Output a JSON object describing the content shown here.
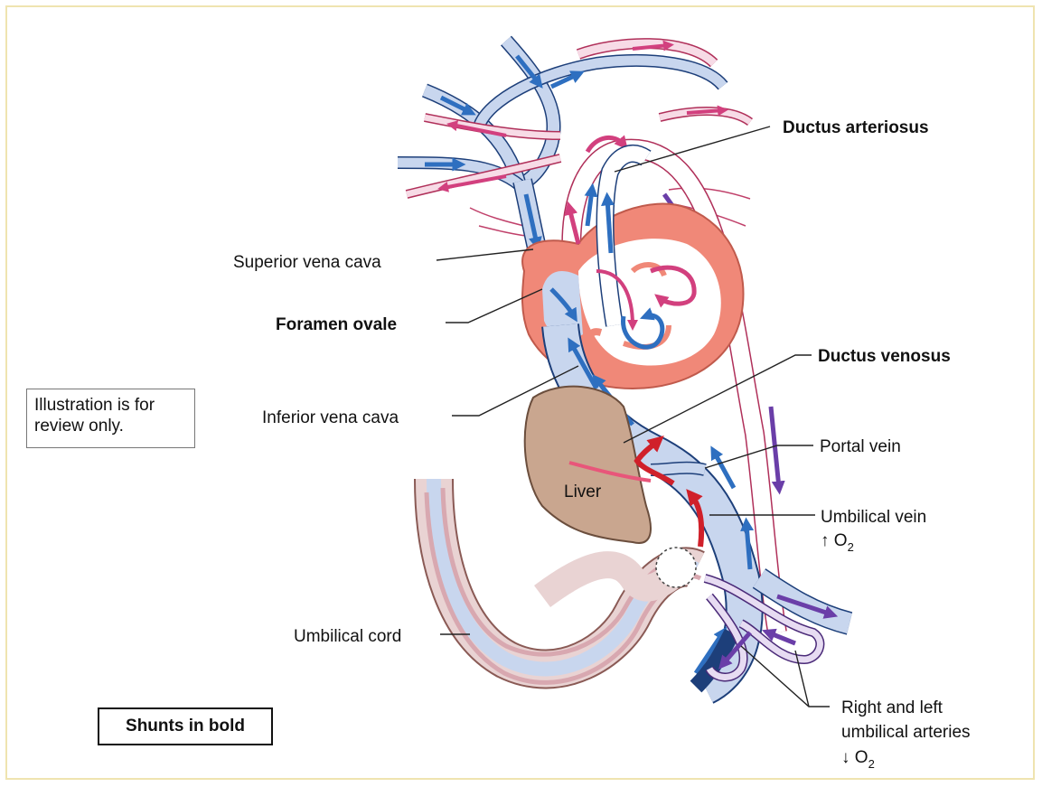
{
  "labels": {
    "ductus_arteriosus": "Ductus arteriosus",
    "superior_vena_cava": "Superior vena cava",
    "foramen_ovale": "Foramen ovale",
    "ductus_venosus": "Ductus venosus",
    "inferior_vena_cava": "Inferior vena cava",
    "portal_vein": "Portal vein",
    "liver": "Liver",
    "umbilical_vein": "Umbilical vein",
    "umbilical_vein_o2": "↑ O",
    "umbilical_cord": "Umbilical cord",
    "umbilical_arteries_line1": "Right and left",
    "umbilical_arteries_line2": "umbilical arteries",
    "umbilical_arteries_o2": "↓ O",
    "subscript_2": "2"
  },
  "notes": {
    "review_line1": "Illustration is for",
    "review_line2": "review only.",
    "shunts": "Shunts in bold"
  },
  "colors": {
    "deoxygenated_vessel": "#c8d6ee",
    "deoxygenated_arrow": "#2e6fc0",
    "oxygenated_vessel": "#f7dbe6",
    "oxygenated_arrow": "#d2407e",
    "mixed_arrow": "#6a3ea8",
    "heart_wall": "#f08878",
    "liver": "#c9a68f",
    "umbilical_vein_arrow": "#d0202a"
  }
}
